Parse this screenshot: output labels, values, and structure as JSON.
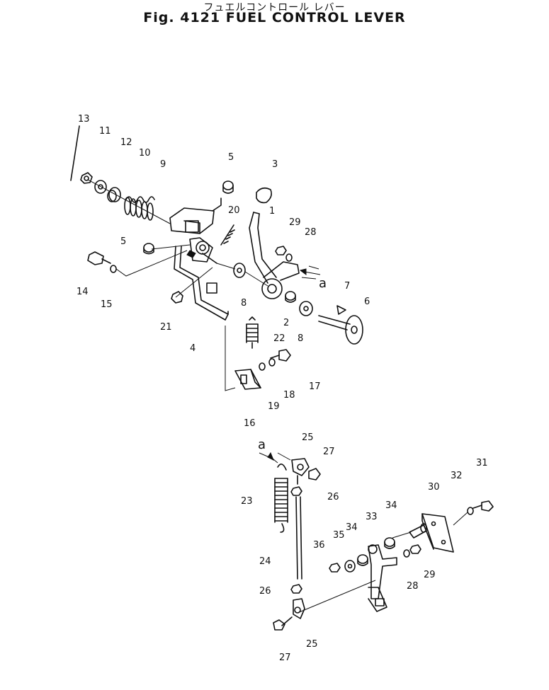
{
  "figure": {
    "title_jp": "フュエルコントロール レバー",
    "title_en": "Fig. 4121  FUEL CONTROL LEVER"
  },
  "callouts": [
    "13",
    "11",
    "12",
    "10",
    "9",
    "5",
    "3",
    "20",
    "1",
    "29",
    "28",
    "5",
    "14",
    "15",
    "8",
    "2",
    "8",
    "6",
    "7",
    "a",
    "21",
    "4",
    "22",
    "17",
    "18",
    "19",
    "16",
    "25",
    "a",
    "27",
    "23",
    "26",
    "31",
    "32",
    "30",
    "34",
    "33",
    "34",
    "35",
    "36",
    "29",
    "28",
    "24",
    "26",
    "25",
    "27"
  ]
}
